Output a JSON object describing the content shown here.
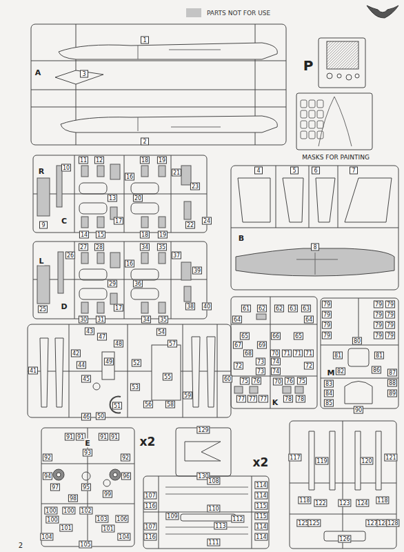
{
  "diagram": {
    "labels": [
      "1",
      "3",
      "2",
      "A",
      "P",
      "MASKS FOR PAINTING",
      "11",
      "12",
      "18",
      "19",
      "21",
      "10",
      "16",
      "23",
      "13",
      "20",
      "R",
      "C",
      "9",
      "14",
      "15",
      "17",
      "18",
      "19",
      "22",
      "24",
      "27",
      "28",
      "34",
      "35",
      "16",
      "26",
      "37",
      "39",
      "29",
      "36",
      "L",
      "D",
      "25",
      "17",
      "38",
      "40",
      "30",
      "31",
      "34",
      "35",
      "4",
      "5",
      "6",
      "7",
      "B",
      "8",
      "61",
      "62",
      "62",
      "63",
      "63",
      "64",
      "64",
      "65",
      "66",
      "65",
      "67",
      "68",
      "69",
      "70",
      "71",
      "71",
      "71",
      "72",
      "73",
      "73",
      "74",
      "74",
      "72",
      "70",
      "75",
      "76",
      "76",
      "75",
      "77",
      "77",
      "77",
      "K",
      "78",
      "78",
      "79",
      "79",
      "79",
      "79",
      "79",
      "79",
      "79",
      "79",
      "79",
      "79",
      "79",
      "79",
      "80",
      "81",
      "81",
      "M",
      "82",
      "86",
      "87",
      "88",
      "89",
      "83",
      "84",
      "85",
      "90",
      "41",
      "42",
      "43",
      "47",
      "48",
      "44",
      "49",
      "52",
      "45",
      "53",
      "55",
      "54",
      "57",
      "59",
      "60",
      "46",
      "50",
      "51",
      "56",
      "58",
      "91",
      "91",
      "91",
      "91",
      "E",
      "93",
      "92",
      "92",
      "94",
      "95",
      "96",
      "97",
      "98",
      "99",
      "100",
      "100",
      "102",
      "100",
      "103",
      "106",
      "101",
      "101",
      "104",
      "104",
      "105",
      "x2",
      "129",
      "130",
      "108",
      "107",
      "116",
      "107",
      "116",
      "109",
      "110",
      "112",
      "113",
      "111",
      "114",
      "114",
      "115",
      "115",
      "114",
      "114",
      "x2",
      "117",
      "119",
      "120",
      "121",
      "118",
      "122",
      "123",
      "124",
      "118",
      "125",
      "125",
      "126",
      "127",
      "128",
      "128",
      "2"
    ],
    "legend": [
      {
        "text": "PARTS NOT FOR USE",
        "color": "#c4c4c4"
      }
    ]
  }
}
